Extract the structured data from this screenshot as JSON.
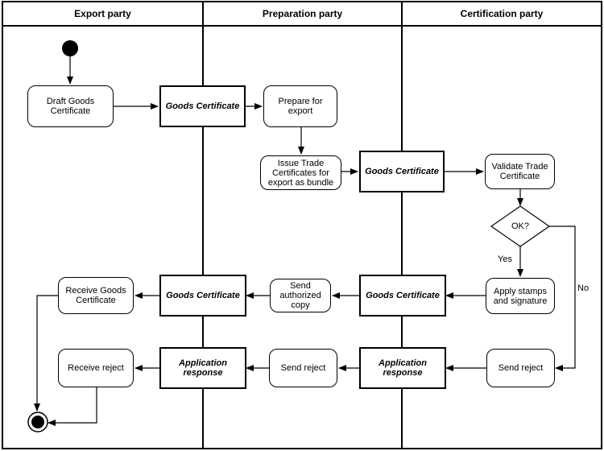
{
  "lanes": {
    "export": "Export party",
    "preparation": "Preparation party",
    "certification": "Certification party"
  },
  "nodes": {
    "draft_goods_certificate": "Draft Goods Certificate",
    "goods_certificate_1": "Goods Certificate",
    "prepare_for_export": "Prepare for export",
    "issue_trade_certificates": "Issue Trade Certificates for export as bundle",
    "goods_certificate_2": "Goods Certificate",
    "validate_trade_certificate": "Validate Trade Certificate",
    "ok_decision": "OK?",
    "apply_stamps": "Apply stamps and signature",
    "goods_certificate_3": "Goods Certificate",
    "send_authorized_copy": "Send authorized copy",
    "goods_certificate_4": "Goods Certificate",
    "receive_goods_certificate": "Receive Goods Certificate",
    "send_reject_cert": "Send reject",
    "application_response_1": "Application response",
    "send_reject_prep": "Send reject",
    "application_response_2": "Application response",
    "receive_reject": "Receive reject"
  },
  "edge_labels": {
    "yes": "Yes",
    "no": "No"
  }
}
